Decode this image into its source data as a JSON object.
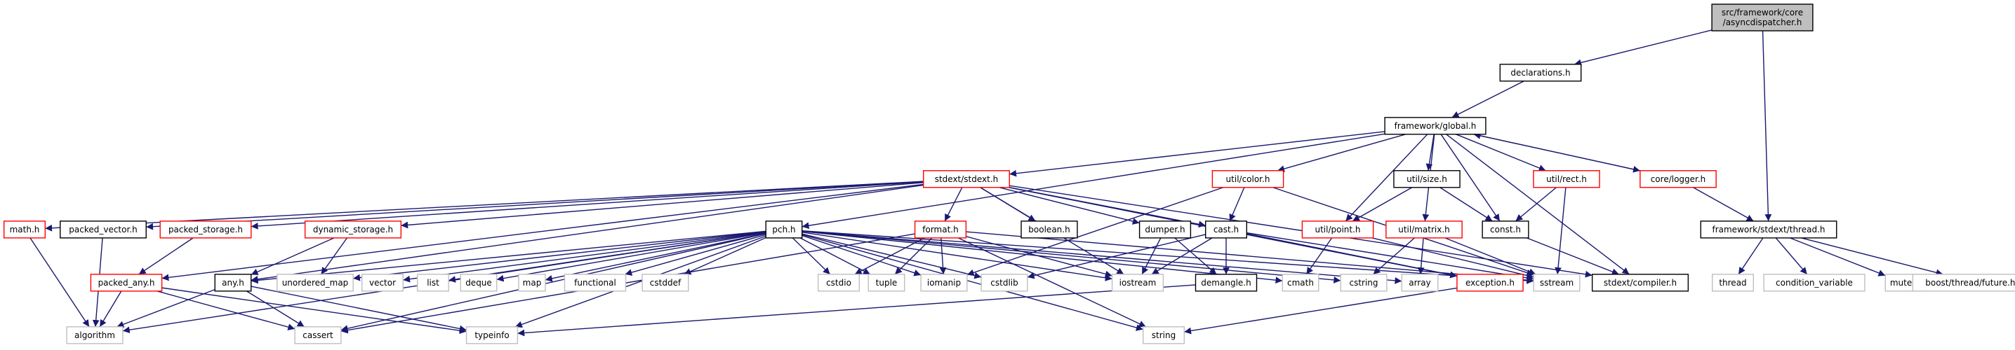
{
  "graph": {
    "nodes": [
      {
        "id": "async",
        "lines": [
          "src/framework/core",
          "/asyncdispatcher.h"
        ],
        "style": "root"
      },
      {
        "id": "decl",
        "lines": [
          "declarations.h"
        ],
        "style": "doc"
      },
      {
        "id": "global",
        "lines": [
          "framework/global.h"
        ],
        "style": "doc"
      },
      {
        "id": "stdext",
        "lines": [
          "stdext/stdext.h"
        ],
        "style": "trunc"
      },
      {
        "id": "color",
        "lines": [
          "util/color.h"
        ],
        "style": "trunc"
      },
      {
        "id": "size",
        "lines": [
          "util/size.h"
        ],
        "style": "doc"
      },
      {
        "id": "rect",
        "lines": [
          "util/rect.h"
        ],
        "style": "trunc"
      },
      {
        "id": "logger",
        "lines": [
          "core/logger.h"
        ],
        "style": "trunc"
      },
      {
        "id": "thread",
        "lines": [
          "framework/stdext/thread.h"
        ],
        "style": "doc"
      },
      {
        "id": "math",
        "lines": [
          "math.h"
        ],
        "style": "trunc"
      },
      {
        "id": "pvec",
        "lines": [
          "packed_vector.h"
        ],
        "style": "doc"
      },
      {
        "id": "pstore",
        "lines": [
          "packed_storage.h"
        ],
        "style": "trunc"
      },
      {
        "id": "dstore",
        "lines": [
          "dynamic_storage.h"
        ],
        "style": "trunc"
      },
      {
        "id": "pch",
        "lines": [
          "pch.h"
        ],
        "style": "doc"
      },
      {
        "id": "format",
        "lines": [
          "format.h"
        ],
        "style": "trunc"
      },
      {
        "id": "boolean",
        "lines": [
          "boolean.h"
        ],
        "style": "doc"
      },
      {
        "id": "dumper",
        "lines": [
          "dumper.h"
        ],
        "style": "doc"
      },
      {
        "id": "cast",
        "lines": [
          "cast.h"
        ],
        "style": "doc"
      },
      {
        "id": "point",
        "lines": [
          "util/point.h"
        ],
        "style": "trunc"
      },
      {
        "id": "matrix",
        "lines": [
          "util/matrix.h"
        ],
        "style": "trunc"
      },
      {
        "id": "const",
        "lines": [
          "const.h"
        ],
        "style": "doc"
      },
      {
        "id": "panyh",
        "lines": [
          "packed_any.h"
        ],
        "style": "trunc"
      },
      {
        "id": "anyh",
        "lines": [
          "any.h"
        ],
        "style": "doc"
      },
      {
        "id": "umap",
        "lines": [
          "unordered_map"
        ],
        "style": "sys"
      },
      {
        "id": "vector",
        "lines": [
          "vector"
        ],
        "style": "sys"
      },
      {
        "id": "list",
        "lines": [
          "list"
        ],
        "style": "sys"
      },
      {
        "id": "deque",
        "lines": [
          "deque"
        ],
        "style": "sys"
      },
      {
        "id": "map",
        "lines": [
          "map"
        ],
        "style": "sys"
      },
      {
        "id": "functional",
        "lines": [
          "functional"
        ],
        "style": "sys"
      },
      {
        "id": "cstddef",
        "lines": [
          "cstddef"
        ],
        "style": "sys"
      },
      {
        "id": "cstdio",
        "lines": [
          "cstdio"
        ],
        "style": "sys"
      },
      {
        "id": "tuple",
        "lines": [
          "tuple"
        ],
        "style": "sys"
      },
      {
        "id": "iomanip",
        "lines": [
          "iomanip"
        ],
        "style": "sys"
      },
      {
        "id": "cstdlib",
        "lines": [
          "cstdlib"
        ],
        "style": "sys"
      },
      {
        "id": "iostream",
        "lines": [
          "iostream"
        ],
        "style": "sys"
      },
      {
        "id": "demangle",
        "lines": [
          "demangle.h"
        ],
        "style": "doc"
      },
      {
        "id": "cmath",
        "lines": [
          "cmath"
        ],
        "style": "sys"
      },
      {
        "id": "cstring",
        "lines": [
          "cstring"
        ],
        "style": "sys"
      },
      {
        "id": "array",
        "lines": [
          "array"
        ],
        "style": "sys"
      },
      {
        "id": "exception",
        "lines": [
          "exception.h"
        ],
        "style": "trunc"
      },
      {
        "id": "sstream",
        "lines": [
          "sstream"
        ],
        "style": "sys"
      },
      {
        "id": "compiler",
        "lines": [
          "stdext/compiler.h"
        ],
        "style": "doc"
      },
      {
        "id": "thr",
        "lines": [
          "thread"
        ],
        "style": "sys"
      },
      {
        "id": "condvar",
        "lines": [
          "condition_variable"
        ],
        "style": "sys"
      },
      {
        "id": "mutex",
        "lines": [
          "mutex"
        ],
        "style": "sys"
      },
      {
        "id": "future",
        "lines": [
          "boost/thread/future.hpp"
        ],
        "style": "sys"
      },
      {
        "id": "algorithm",
        "lines": [
          "algorithm"
        ],
        "style": "sys"
      },
      {
        "id": "cassert",
        "lines": [
          "cassert"
        ],
        "style": "sys"
      },
      {
        "id": "typeinfo",
        "lines": [
          "typeinfo"
        ],
        "style": "sys"
      },
      {
        "id": "string",
        "lines": [
          "string"
        ],
        "style": "sys"
      }
    ],
    "edges": [
      [
        "async",
        "decl"
      ],
      [
        "async",
        "thread"
      ],
      [
        "decl",
        "global"
      ],
      [
        "global",
        "stdext"
      ],
      [
        "global",
        "pch"
      ],
      [
        "global",
        "color"
      ],
      [
        "global",
        "size"
      ],
      [
        "global",
        "rect"
      ],
      [
        "global",
        "logger"
      ],
      [
        "global",
        "point"
      ],
      [
        "global",
        "matrix"
      ],
      [
        "global",
        "const"
      ],
      [
        "global",
        "compiler"
      ],
      [
        "logger",
        "global"
      ],
      [
        "logger",
        "thread"
      ],
      [
        "stdext",
        "math"
      ],
      [
        "stdext",
        "pvec"
      ],
      [
        "stdext",
        "pstore"
      ],
      [
        "stdext",
        "dstore"
      ],
      [
        "stdext",
        "format"
      ],
      [
        "stdext",
        "boolean"
      ],
      [
        "stdext",
        "dumper"
      ],
      [
        "stdext",
        "cast"
      ],
      [
        "stdext",
        "exception"
      ],
      [
        "stdext",
        "panyh"
      ],
      [
        "stdext",
        "anyh"
      ],
      [
        "stdext",
        "compiler"
      ],
      [
        "stdext",
        "iostream"
      ],
      [
        "color",
        "cast"
      ],
      [
        "color",
        "sstream"
      ],
      [
        "color",
        "iomanip"
      ],
      [
        "size",
        "point"
      ],
      [
        "size",
        "const"
      ],
      [
        "rect",
        "const"
      ],
      [
        "rect",
        "sstream"
      ],
      [
        "point",
        "cmath"
      ],
      [
        "point",
        "sstream"
      ],
      [
        "matrix",
        "cstring"
      ],
      [
        "matrix",
        "array"
      ],
      [
        "matrix",
        "sstream"
      ],
      [
        "const",
        "compiler"
      ],
      [
        "thread",
        "thr"
      ],
      [
        "thread",
        "condvar"
      ],
      [
        "thread",
        "mutex"
      ],
      [
        "thread",
        "future"
      ],
      [
        "math",
        "algorithm"
      ],
      [
        "pvec",
        "algorithm"
      ],
      [
        "pstore",
        "panyh"
      ],
      [
        "dstore",
        "anyh"
      ],
      [
        "dstore",
        "umap"
      ],
      [
        "pch",
        "algorithm"
      ],
      [
        "pch",
        "anyh"
      ],
      [
        "pch",
        "umap"
      ],
      [
        "pch",
        "vector"
      ],
      [
        "pch",
        "list"
      ],
      [
        "pch",
        "deque"
      ],
      [
        "pch",
        "map"
      ],
      [
        "pch",
        "functional"
      ],
      [
        "pch",
        "cstddef"
      ],
      [
        "pch",
        "cstdio"
      ],
      [
        "pch",
        "tuple"
      ],
      [
        "pch",
        "iomanip"
      ],
      [
        "pch",
        "cstdlib"
      ],
      [
        "pch",
        "iostream"
      ],
      [
        "pch",
        "cmath"
      ],
      [
        "pch",
        "cstring"
      ],
      [
        "pch",
        "array"
      ],
      [
        "pch",
        "sstream"
      ],
      [
        "pch",
        "cassert"
      ],
      [
        "pch",
        "typeinfo"
      ],
      [
        "pch",
        "string"
      ],
      [
        "format",
        "cstdio"
      ],
      [
        "format",
        "tuple"
      ],
      [
        "format",
        "iomanip"
      ],
      [
        "format",
        "iostream"
      ],
      [
        "format",
        "cassert"
      ],
      [
        "format",
        "string"
      ],
      [
        "format",
        "sstream"
      ],
      [
        "dumper",
        "iostream"
      ],
      [
        "dumper",
        "demangle"
      ],
      [
        "cast",
        "cstdlib"
      ],
      [
        "cast",
        "iostream"
      ],
      [
        "cast",
        "demangle"
      ],
      [
        "cast",
        "exception"
      ],
      [
        "cast",
        "sstream"
      ],
      [
        "demangle",
        "typeinfo"
      ],
      [
        "exception",
        "string"
      ],
      [
        "panyh",
        "algorithm"
      ],
      [
        "panyh",
        "cassert"
      ],
      [
        "panyh",
        "typeinfo"
      ],
      [
        "anyh",
        "algorithm"
      ],
      [
        "anyh",
        "cassert"
      ],
      [
        "anyh",
        "typeinfo"
      ]
    ]
  }
}
